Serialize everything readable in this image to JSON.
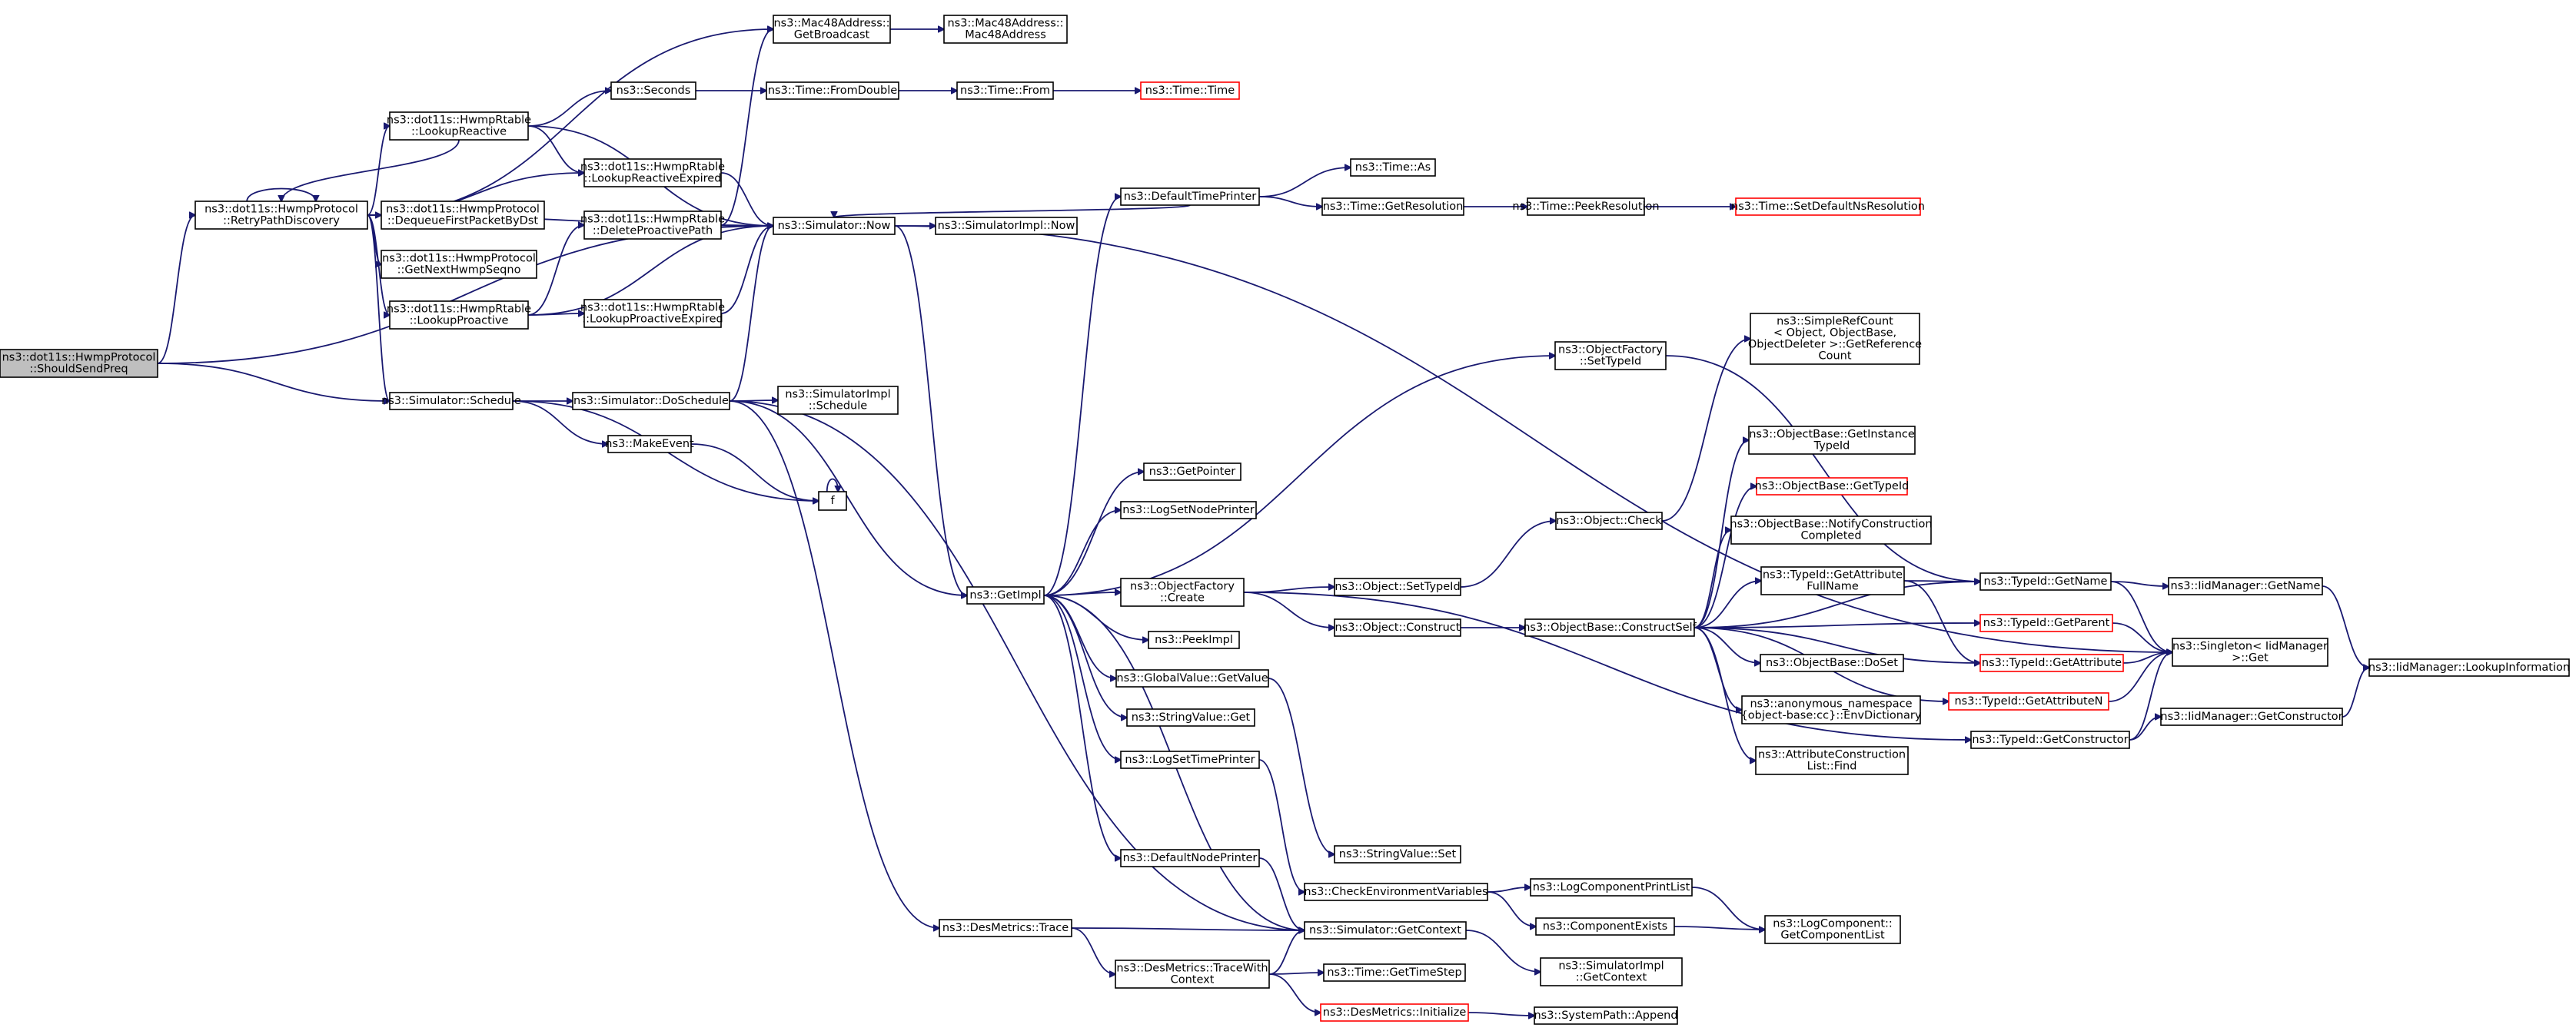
{
  "diagram": {
    "colors": {
      "edge": "#191970",
      "node_border": "#000000",
      "truncated_border": "#ff0000",
      "root_fill": "#bfbfbf",
      "node_fill": "#ffffff"
    },
    "nodes": [
      {
        "id": "shouldSendPreq",
        "lines": [
          "ns3::dot11s::HwmpProtocol",
          "::ShouldSendPreq"
        ],
        "root": true
      },
      {
        "id": "retryPathDiscovery",
        "lines": [
          "ns3::dot11s::HwmpProtocol",
          "::RetryPathDiscovery"
        ]
      },
      {
        "id": "simSchedule",
        "lines": [
          "ns3::Simulator::Schedule"
        ]
      },
      {
        "id": "lookupReactive",
        "lines": [
          "ns3::dot11s::HwmpRtable",
          "::LookupReactive"
        ]
      },
      {
        "id": "dequeueFirst",
        "lines": [
          "ns3::dot11s::HwmpProtocol",
          "::DequeueFirstPacketByDst"
        ]
      },
      {
        "id": "getNextSeqno",
        "lines": [
          "ns3::dot11s::HwmpProtocol",
          "::GetNextHwmpSeqno"
        ]
      },
      {
        "id": "lookupProactive",
        "lines": [
          "ns3::dot11s::HwmpRtable",
          "::LookupProactive"
        ]
      },
      {
        "id": "seconds",
        "lines": [
          "ns3::Seconds"
        ]
      },
      {
        "id": "macGetBroadcast",
        "lines": [
          "ns3::Mac48Address::",
          "GetBroadcast"
        ]
      },
      {
        "id": "macCtor",
        "lines": [
          "ns3::Mac48Address::",
          "Mac48Address"
        ]
      },
      {
        "id": "lookupReactiveExpired",
        "lines": [
          "ns3::dot11s::HwmpRtable",
          "::LookupReactiveExpired"
        ]
      },
      {
        "id": "deleteProactivePath",
        "lines": [
          "ns3::dot11s::HwmpRtable",
          "::DeleteProactivePath"
        ]
      },
      {
        "id": "lookupProactiveExpired",
        "lines": [
          "ns3::dot11s::HwmpRtable",
          "::LookupProactiveExpired"
        ]
      },
      {
        "id": "doSchedule",
        "lines": [
          "ns3::Simulator::DoSchedule"
        ]
      },
      {
        "id": "makeEvent",
        "lines": [
          "ns3::MakeEvent"
        ]
      },
      {
        "id": "f",
        "lines": [
          "f"
        ]
      },
      {
        "id": "timeFromDouble",
        "lines": [
          "ns3::Time::FromDouble"
        ]
      },
      {
        "id": "timeFrom",
        "lines": [
          "ns3::Time::From"
        ]
      },
      {
        "id": "timeTime",
        "lines": [
          "ns3::Time::Time"
        ],
        "truncated": true
      },
      {
        "id": "simNow",
        "lines": [
          "ns3::Simulator::Now"
        ]
      },
      {
        "id": "simImplNow",
        "lines": [
          "ns3::SimulatorImpl::Now"
        ]
      },
      {
        "id": "simImplSchedule",
        "lines": [
          "ns3::SimulatorImpl",
          "::Schedule"
        ]
      },
      {
        "id": "desTrace",
        "lines": [
          "ns3::DesMetrics::Trace"
        ]
      },
      {
        "id": "getImpl",
        "lines": [
          "ns3::GetImpl"
        ]
      },
      {
        "id": "defaultTimePrinter",
        "lines": [
          "ns3::DefaultTimePrinter"
        ]
      },
      {
        "id": "timeAs",
        "lines": [
          "ns3::Time::As"
        ]
      },
      {
        "id": "timeGetResolution",
        "lines": [
          "ns3::Time::GetResolution"
        ]
      },
      {
        "id": "timePeekResolution",
        "lines": [
          "ns3::Time::PeekResolution"
        ]
      },
      {
        "id": "timeSetDefaultNs",
        "lines": [
          "ns3::Time::SetDefaultNsResolution"
        ],
        "truncated": true
      },
      {
        "id": "getPointer",
        "lines": [
          "ns3::GetPointer"
        ]
      },
      {
        "id": "logSetNodePrinter",
        "lines": [
          "ns3::LogSetNodePrinter"
        ]
      },
      {
        "id": "objFactoryCreate",
        "lines": [
          "ns3::ObjectFactory",
          "::Create"
        ]
      },
      {
        "id": "peekImpl",
        "lines": [
          "ns3::PeekImpl"
        ]
      },
      {
        "id": "globalValueGet",
        "lines": [
          "ns3::GlobalValue::GetValue"
        ]
      },
      {
        "id": "stringValueGet",
        "lines": [
          "ns3::StringValue::Get"
        ]
      },
      {
        "id": "logSetTimePrinter",
        "lines": [
          "ns3::LogSetTimePrinter"
        ]
      },
      {
        "id": "defaultNodePrinter",
        "lines": [
          "ns3::DefaultNodePrinter"
        ]
      },
      {
        "id": "desTraceWithContext",
        "lines": [
          "ns3::DesMetrics::TraceWith",
          "Context"
        ]
      },
      {
        "id": "stringValueSet",
        "lines": [
          "ns3::StringValue::Set"
        ]
      },
      {
        "id": "checkEnvVars",
        "lines": [
          "ns3::CheckEnvironmentVariables"
        ]
      },
      {
        "id": "simGetContext",
        "lines": [
          "ns3::Simulator::GetContext"
        ]
      },
      {
        "id": "timeGetTimeStep",
        "lines": [
          "ns3::Time::GetTimeStep"
        ]
      },
      {
        "id": "desInitialize",
        "lines": [
          "ns3::DesMetrics::Initialize"
        ],
        "truncated": true
      },
      {
        "id": "objFactorySetTypeId",
        "lines": [
          "ns3::ObjectFactory",
          "::SetTypeId"
        ]
      },
      {
        "id": "objectSetTypeId",
        "lines": [
          "ns3::Object::SetTypeId"
        ]
      },
      {
        "id": "objectConstruct",
        "lines": [
          "ns3::Object::Construct"
        ]
      },
      {
        "id": "objectCheck",
        "lines": [
          "ns3::Object::Check"
        ]
      },
      {
        "id": "constructSelf",
        "lines": [
          "ns3::ObjectBase::ConstructSelf"
        ]
      },
      {
        "id": "logComponentPrintList",
        "lines": [
          "ns3::LogComponentPrintList"
        ]
      },
      {
        "id": "componentExists",
        "lines": [
          "ns3::ComponentExists"
        ]
      },
      {
        "id": "simImplGetContext",
        "lines": [
          "ns3::SimulatorImpl",
          "::GetContext"
        ]
      },
      {
        "id": "systemPathAppend",
        "lines": [
          "ns3::SystemPath::Append"
        ]
      },
      {
        "id": "simpleRefCount",
        "lines": [
          "ns3::SimpleRefCount",
          "< Object, ObjectBase,",
          "ObjectDeleter >::GetReference",
          "Count"
        ]
      },
      {
        "id": "getInstanceTypeId",
        "lines": [
          "ns3::ObjectBase::GetInstance",
          "TypeId"
        ]
      },
      {
        "id": "objBaseGetTypeId",
        "lines": [
          "ns3::ObjectBase::GetTypeId"
        ],
        "truncated": true
      },
      {
        "id": "notifyConstruction",
        "lines": [
          "ns3::ObjectBase::NotifyConstruction",
          "Completed"
        ]
      },
      {
        "id": "getAttributeFullName",
        "lines": [
          "ns3::TypeId::GetAttribute",
          "FullName"
        ]
      },
      {
        "id": "objBaseDoSet",
        "lines": [
          "ns3::ObjectBase::DoSet"
        ]
      },
      {
        "id": "envDictionary",
        "lines": [
          "ns3::anonymous_namespace",
          "{object-base:cc}::EnvDictionary"
        ]
      },
      {
        "id": "attrConstructionFind",
        "lines": [
          "ns3::AttributeConstruction",
          "List::Find"
        ]
      },
      {
        "id": "logComponentGetList",
        "lines": [
          "ns3::LogComponent::",
          "GetComponentList"
        ]
      },
      {
        "id": "typeIdGetName",
        "lines": [
          "ns3::TypeId::GetName"
        ]
      },
      {
        "id": "typeIdGetParent",
        "lines": [
          "ns3::TypeId::GetParent"
        ],
        "truncated": true
      },
      {
        "id": "typeIdGetAttribute",
        "lines": [
          "ns3::TypeId::GetAttribute"
        ],
        "truncated": true
      },
      {
        "id": "typeIdGetAttributeN",
        "lines": [
          "ns3::TypeId::GetAttributeN"
        ],
        "truncated": true
      },
      {
        "id": "typeIdGetConstructor",
        "lines": [
          "ns3::TypeId::GetConstructor"
        ]
      },
      {
        "id": "iidGetName",
        "lines": [
          "ns3::IidManager::GetName"
        ]
      },
      {
        "id": "singletonGet",
        "lines": [
          "ns3::Singleton< IidManager",
          ">::Get"
        ]
      },
      {
        "id": "iidGetConstructor",
        "lines": [
          "ns3::IidManager::GetConstructor"
        ]
      },
      {
        "id": "iidLookupInfo",
        "lines": [
          "ns3::IidManager::LookupInformation"
        ]
      }
    ],
    "edges": [
      [
        "shouldSendPreq",
        "retryPathDiscovery"
      ],
      [
        "shouldSendPreq",
        "simNow"
      ],
      [
        "shouldSendPreq",
        "simSchedule"
      ],
      [
        "retryPathDiscovery",
        "retryPathDiscovery"
      ],
      [
        "retryPathDiscovery",
        "macGetBroadcast"
      ],
      [
        "retryPathDiscovery",
        "simNow"
      ],
      [
        "retryPathDiscovery",
        "lookupReactive"
      ],
      [
        "retryPathDiscovery",
        "lookupReactiveExpired"
      ],
      [
        "retryPathDiscovery",
        "dequeueFirst"
      ],
      [
        "retryPathDiscovery",
        "getNextSeqno"
      ],
      [
        "retryPathDiscovery",
        "lookupProactive"
      ],
      [
        "retryPathDiscovery",
        "simSchedule"
      ],
      [
        "lookupReactive",
        "retryPathDiscovery"
      ],
      [
        "lookupReactive",
        "seconds"
      ],
      [
        "lookupReactive",
        "simNow"
      ],
      [
        "lookupReactive",
        "lookupReactiveExpired"
      ],
      [
        "lookupProactive",
        "deleteProactivePath"
      ],
      [
        "lookupProactive",
        "simNow"
      ],
      [
        "lookupProactive",
        "lookupProactiveExpired"
      ],
      [
        "seconds",
        "timeFromDouble"
      ],
      [
        "macGetBroadcast",
        "macCtor"
      ],
      [
        "lookupReactiveExpired",
        "simNow"
      ],
      [
        "deleteProactivePath",
        "macGetBroadcast"
      ],
      [
        "deleteProactivePath",
        "simNow"
      ],
      [
        "lookupProactiveExpired",
        "simNow"
      ],
      [
        "simSchedule",
        "doSchedule"
      ],
      [
        "simSchedule",
        "makeEvent"
      ],
      [
        "simSchedule",
        "f"
      ],
      [
        "makeEvent",
        "f"
      ],
      [
        "f",
        "f"
      ],
      [
        "doSchedule",
        "simNow"
      ],
      [
        "doSchedule",
        "getImpl"
      ],
      [
        "doSchedule",
        "simImplSchedule"
      ],
      [
        "doSchedule",
        "desTrace"
      ],
      [
        "doSchedule",
        "simGetContext"
      ],
      [
        "timeFromDouble",
        "timeFrom"
      ],
      [
        "timeFrom",
        "timeTime"
      ],
      [
        "simNow",
        "simImplNow"
      ],
      [
        "simNow",
        "getImpl"
      ],
      [
        "desTrace",
        "simGetContext"
      ],
      [
        "desTrace",
        "desTraceWithContext"
      ],
      [
        "getImpl",
        "defaultTimePrinter"
      ],
      [
        "getImpl",
        "getPointer"
      ],
      [
        "getImpl",
        "logSetNodePrinter"
      ],
      [
        "getImpl",
        "objFactorySetTypeId"
      ],
      [
        "getImpl",
        "objFactoryCreate"
      ],
      [
        "getImpl",
        "peekImpl"
      ],
      [
        "getImpl",
        "globalValueGet"
      ],
      [
        "getImpl",
        "stringValueGet"
      ],
      [
        "getImpl",
        "logSetTimePrinter"
      ],
      [
        "getImpl",
        "defaultNodePrinter"
      ],
      [
        "getImpl",
        "simGetContext"
      ],
      [
        "defaultTimePrinter",
        "simNow"
      ],
      [
        "defaultTimePrinter",
        "timeAs"
      ],
      [
        "defaultTimePrinter",
        "timeGetResolution"
      ],
      [
        "timeGetResolution",
        "timePeekResolution"
      ],
      [
        "timePeekResolution",
        "timeSetDefaultNs"
      ],
      [
        "objFactoryCreate",
        "objectSetTypeId"
      ],
      [
        "objFactoryCreate",
        "objectConstruct"
      ],
      [
        "objFactoryCreate",
        "typeIdGetConstructor"
      ],
      [
        "globalValueGet",
        "stringValueSet"
      ],
      [
        "logSetTimePrinter",
        "checkEnvVars"
      ],
      [
        "defaultNodePrinter",
        "simGetContext"
      ],
      [
        "desTraceWithContext",
        "simGetContext"
      ],
      [
        "desTraceWithContext",
        "timeGetTimeStep"
      ],
      [
        "desTraceWithContext",
        "desInitialize"
      ],
      [
        "objFactorySetTypeId",
        "typeIdGetName"
      ],
      [
        "objectSetTypeId",
        "objectCheck"
      ],
      [
        "objectConstruct",
        "constructSelf"
      ],
      [
        "objectCheck",
        "simpleRefCount"
      ],
      [
        "checkEnvVars",
        "logComponentPrintList"
      ],
      [
        "checkEnvVars",
        "componentExists"
      ],
      [
        "simGetContext",
        "simImplGetContext"
      ],
      [
        "desInitialize",
        "systemPathAppend"
      ],
      [
        "logComponentPrintList",
        "logComponentGetList"
      ],
      [
        "componentExists",
        "logComponentGetList"
      ],
      [
        "constructSelf",
        "typeIdGetName"
      ],
      [
        "constructSelf",
        "getInstanceTypeId"
      ],
      [
        "constructSelf",
        "objBaseGetTypeId"
      ],
      [
        "constructSelf",
        "notifyConstruction"
      ],
      [
        "constructSelf",
        "getAttributeFullName"
      ],
      [
        "constructSelf",
        "typeIdGetParent"
      ],
      [
        "constructSelf",
        "objBaseDoSet"
      ],
      [
        "constructSelf",
        "envDictionary"
      ],
      [
        "constructSelf",
        "attrConstructionFind"
      ],
      [
        "constructSelf",
        "typeIdGetAttribute"
      ],
      [
        "constructSelf",
        "typeIdGetAttributeN"
      ],
      [
        "getAttributeFullName",
        "typeIdGetName"
      ],
      [
        "getAttributeFullName",
        "typeIdGetAttribute"
      ],
      [
        "typeIdGetName",
        "iidGetName"
      ],
      [
        "typeIdGetName",
        "singletonGet"
      ],
      [
        "typeIdGetParent",
        "singletonGet"
      ],
      [
        "typeIdGetAttribute",
        "singletonGet"
      ],
      [
        "typeIdGetAttributeN",
        "singletonGet"
      ],
      [
        "typeIdGetConstructor",
        "singletonGet"
      ],
      [
        "typeIdGetConstructor",
        "iidGetConstructor"
      ],
      [
        "iidGetName",
        "iidLookupInfo"
      ],
      [
        "iidGetConstructor",
        "iidLookupInfo"
      ],
      [
        "simNow",
        "singletonGet"
      ]
    ]
  }
}
